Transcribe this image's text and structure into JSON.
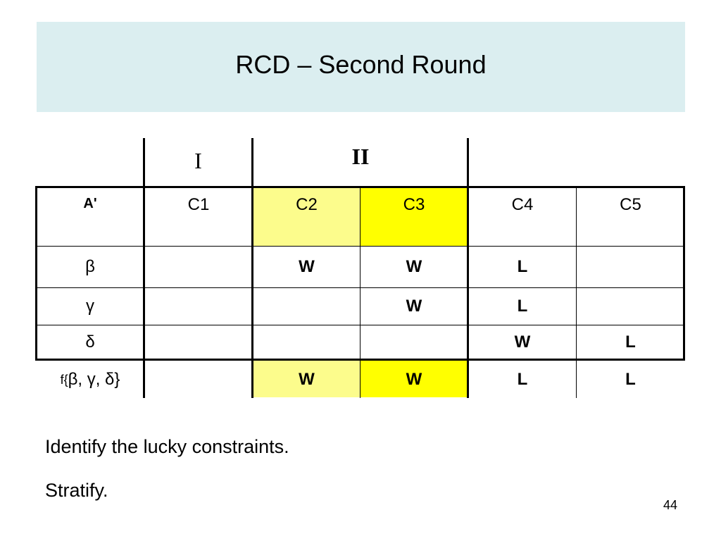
{
  "slide": {
    "title": "RCD – Second Round",
    "page_number": "44"
  },
  "strata": {
    "stratum_1": "I",
    "stratum_2": "II"
  },
  "table": {
    "header": [
      "A'",
      "C1",
      "C2",
      "C3",
      "C4",
      "C5"
    ],
    "rows": [
      {
        "label": "β",
        "cells": [
          "",
          "W",
          "W",
          "L",
          ""
        ]
      },
      {
        "label": "γ",
        "cells": [
          "",
          "",
          "W",
          "L",
          ""
        ]
      },
      {
        "label": "δ",
        "cells": [
          "",
          "",
          "",
          "W",
          "L"
        ]
      }
    ],
    "footer": {
      "label_prefix": "f{",
      "label_body": "β, γ, δ}",
      "cells": [
        "",
        "W",
        "W",
        "L",
        "L"
      ]
    }
  },
  "highlight_colors": {
    "C2": "#fcfc8c",
    "C3": "#ffff00"
  },
  "body": {
    "line_1": "Identify the lucky constraints.",
    "line_2": "Stratify."
  }
}
